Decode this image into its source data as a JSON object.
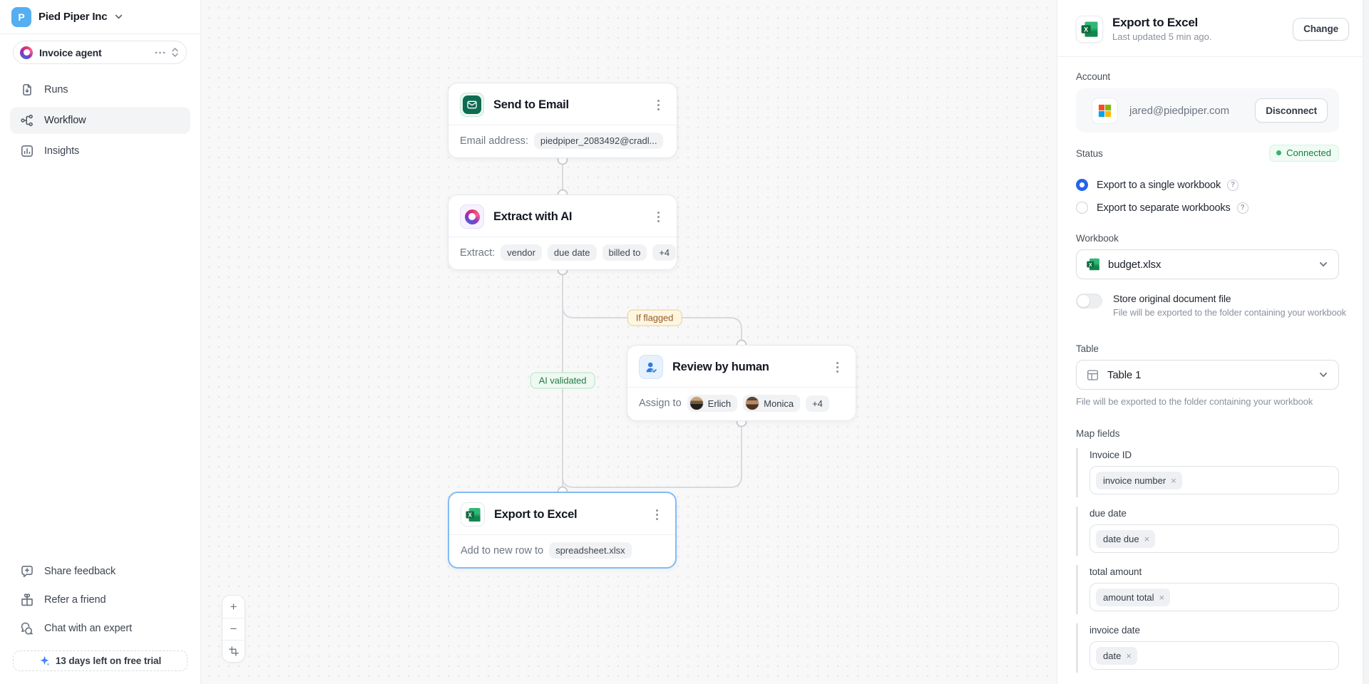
{
  "icons": {
    "help": "?",
    "close": "×",
    "zoom_in": "+",
    "zoom_out": "−",
    "excel_letter": "X"
  },
  "sidebar": {
    "company": {
      "initial": "P",
      "name": "Pied Piper Inc"
    },
    "agent": {
      "name": "Invoice agent"
    },
    "nav": [
      {
        "label": "Runs",
        "active": false
      },
      {
        "label": "Workflow",
        "active": true
      },
      {
        "label": "Insights",
        "active": false
      }
    ],
    "footer": [
      {
        "label": "Share feedback"
      },
      {
        "label": "Refer a friend"
      },
      {
        "label": "Chat with an expert"
      }
    ],
    "trial": {
      "label": "13 days left on free trial"
    }
  },
  "canvas": {
    "nodes": [
      {
        "title": "Send to Email",
        "field_label": "Email address:",
        "value": "piedpiper_2083492@cradl..."
      },
      {
        "title": "Extract with AI",
        "field_label": "Extract:",
        "pills": [
          "vendor",
          "due date",
          "billed to",
          "+4"
        ]
      },
      {
        "title": "Review by human",
        "field_label": "Assign to",
        "assignees": [
          {
            "name": "Erlich"
          },
          {
            "name": "Monica"
          }
        ],
        "more": "+4"
      },
      {
        "title": "Export to Excel",
        "field_label": "Add to new row to",
        "value": "spreadsheet.xlsx",
        "selected": true
      }
    ],
    "edge_labels": [
      {
        "text": "If flagged",
        "type": "warning"
      },
      {
        "text": "AI validated",
        "type": "success"
      }
    ]
  },
  "panel": {
    "title": "Export to Excel",
    "subtitle": "Last updated 5 min ago.",
    "change_button": "Change",
    "account": {
      "label": "Account",
      "email": "jared@piedpiper.com",
      "disconnect_button": "Disconnect"
    },
    "status": {
      "label": "Status",
      "value": "Connected"
    },
    "options": [
      {
        "label": "Export to a single workbook",
        "selected": true
      },
      {
        "label": "Export to separate workbooks",
        "selected": false
      }
    ],
    "workbook": {
      "label": "Workbook",
      "value": "budget.xlsx"
    },
    "store_toggle": {
      "label": "Store original document file",
      "on": false,
      "description": "File will be exported to the folder containing your workbook"
    },
    "table": {
      "label": "Table",
      "value": "Table 1",
      "helper": "File will be exported to the folder containing your workbook"
    },
    "map_fields": {
      "label": "Map fields",
      "fields": [
        {
          "label": "Invoice ID",
          "tag": "invoice number"
        },
        {
          "label": "due date",
          "tag": "date due"
        },
        {
          "label": "total amount",
          "tag": "amount total"
        },
        {
          "label": "invoice date",
          "tag": "date"
        }
      ]
    }
  },
  "colors": {
    "accent_blue": "#2563eb",
    "selected_node_border": "#82bbf6",
    "excel_green": "#107c41",
    "success_text": "#157f46",
    "success_dot": "#34b469",
    "warning_label": "#9c5c28",
    "canvas_dot": "#e7e8ea",
    "edge": "#d8dade"
  }
}
